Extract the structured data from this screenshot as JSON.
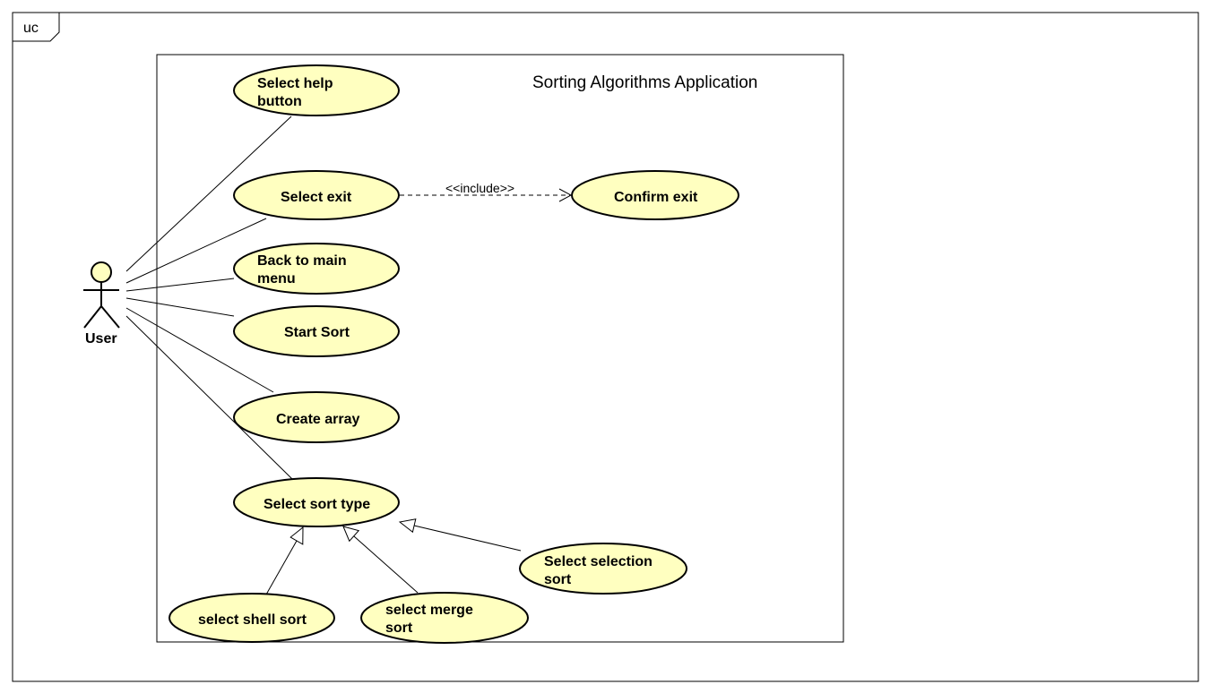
{
  "frame": {
    "tag": "uc"
  },
  "system": {
    "title": "Sorting Algorithms Application"
  },
  "actor": {
    "name": "User"
  },
  "colors": {
    "usecase_fill": "#ffffc0",
    "stroke": "#000000",
    "background": "#ffffff"
  },
  "use_cases": {
    "help": {
      "lines": [
        "Select help",
        "button"
      ]
    },
    "exit": {
      "lines": [
        "Select exit"
      ]
    },
    "confirm": {
      "lines": [
        "Confirm exit"
      ]
    },
    "back": {
      "lines": [
        "Back to main",
        "menu"
      ]
    },
    "start": {
      "lines": [
        "Start Sort"
      ]
    },
    "create": {
      "lines": [
        "Create array"
      ]
    },
    "sorttype": {
      "lines": [
        "Select sort type"
      ]
    },
    "selection": {
      "lines": [
        "Select selection",
        "sort"
      ]
    },
    "shell": {
      "lines": [
        "select shell sort"
      ]
    },
    "merge": {
      "lines": [
        "select merge",
        "sort"
      ]
    }
  },
  "include": {
    "label": "<<include>>"
  }
}
